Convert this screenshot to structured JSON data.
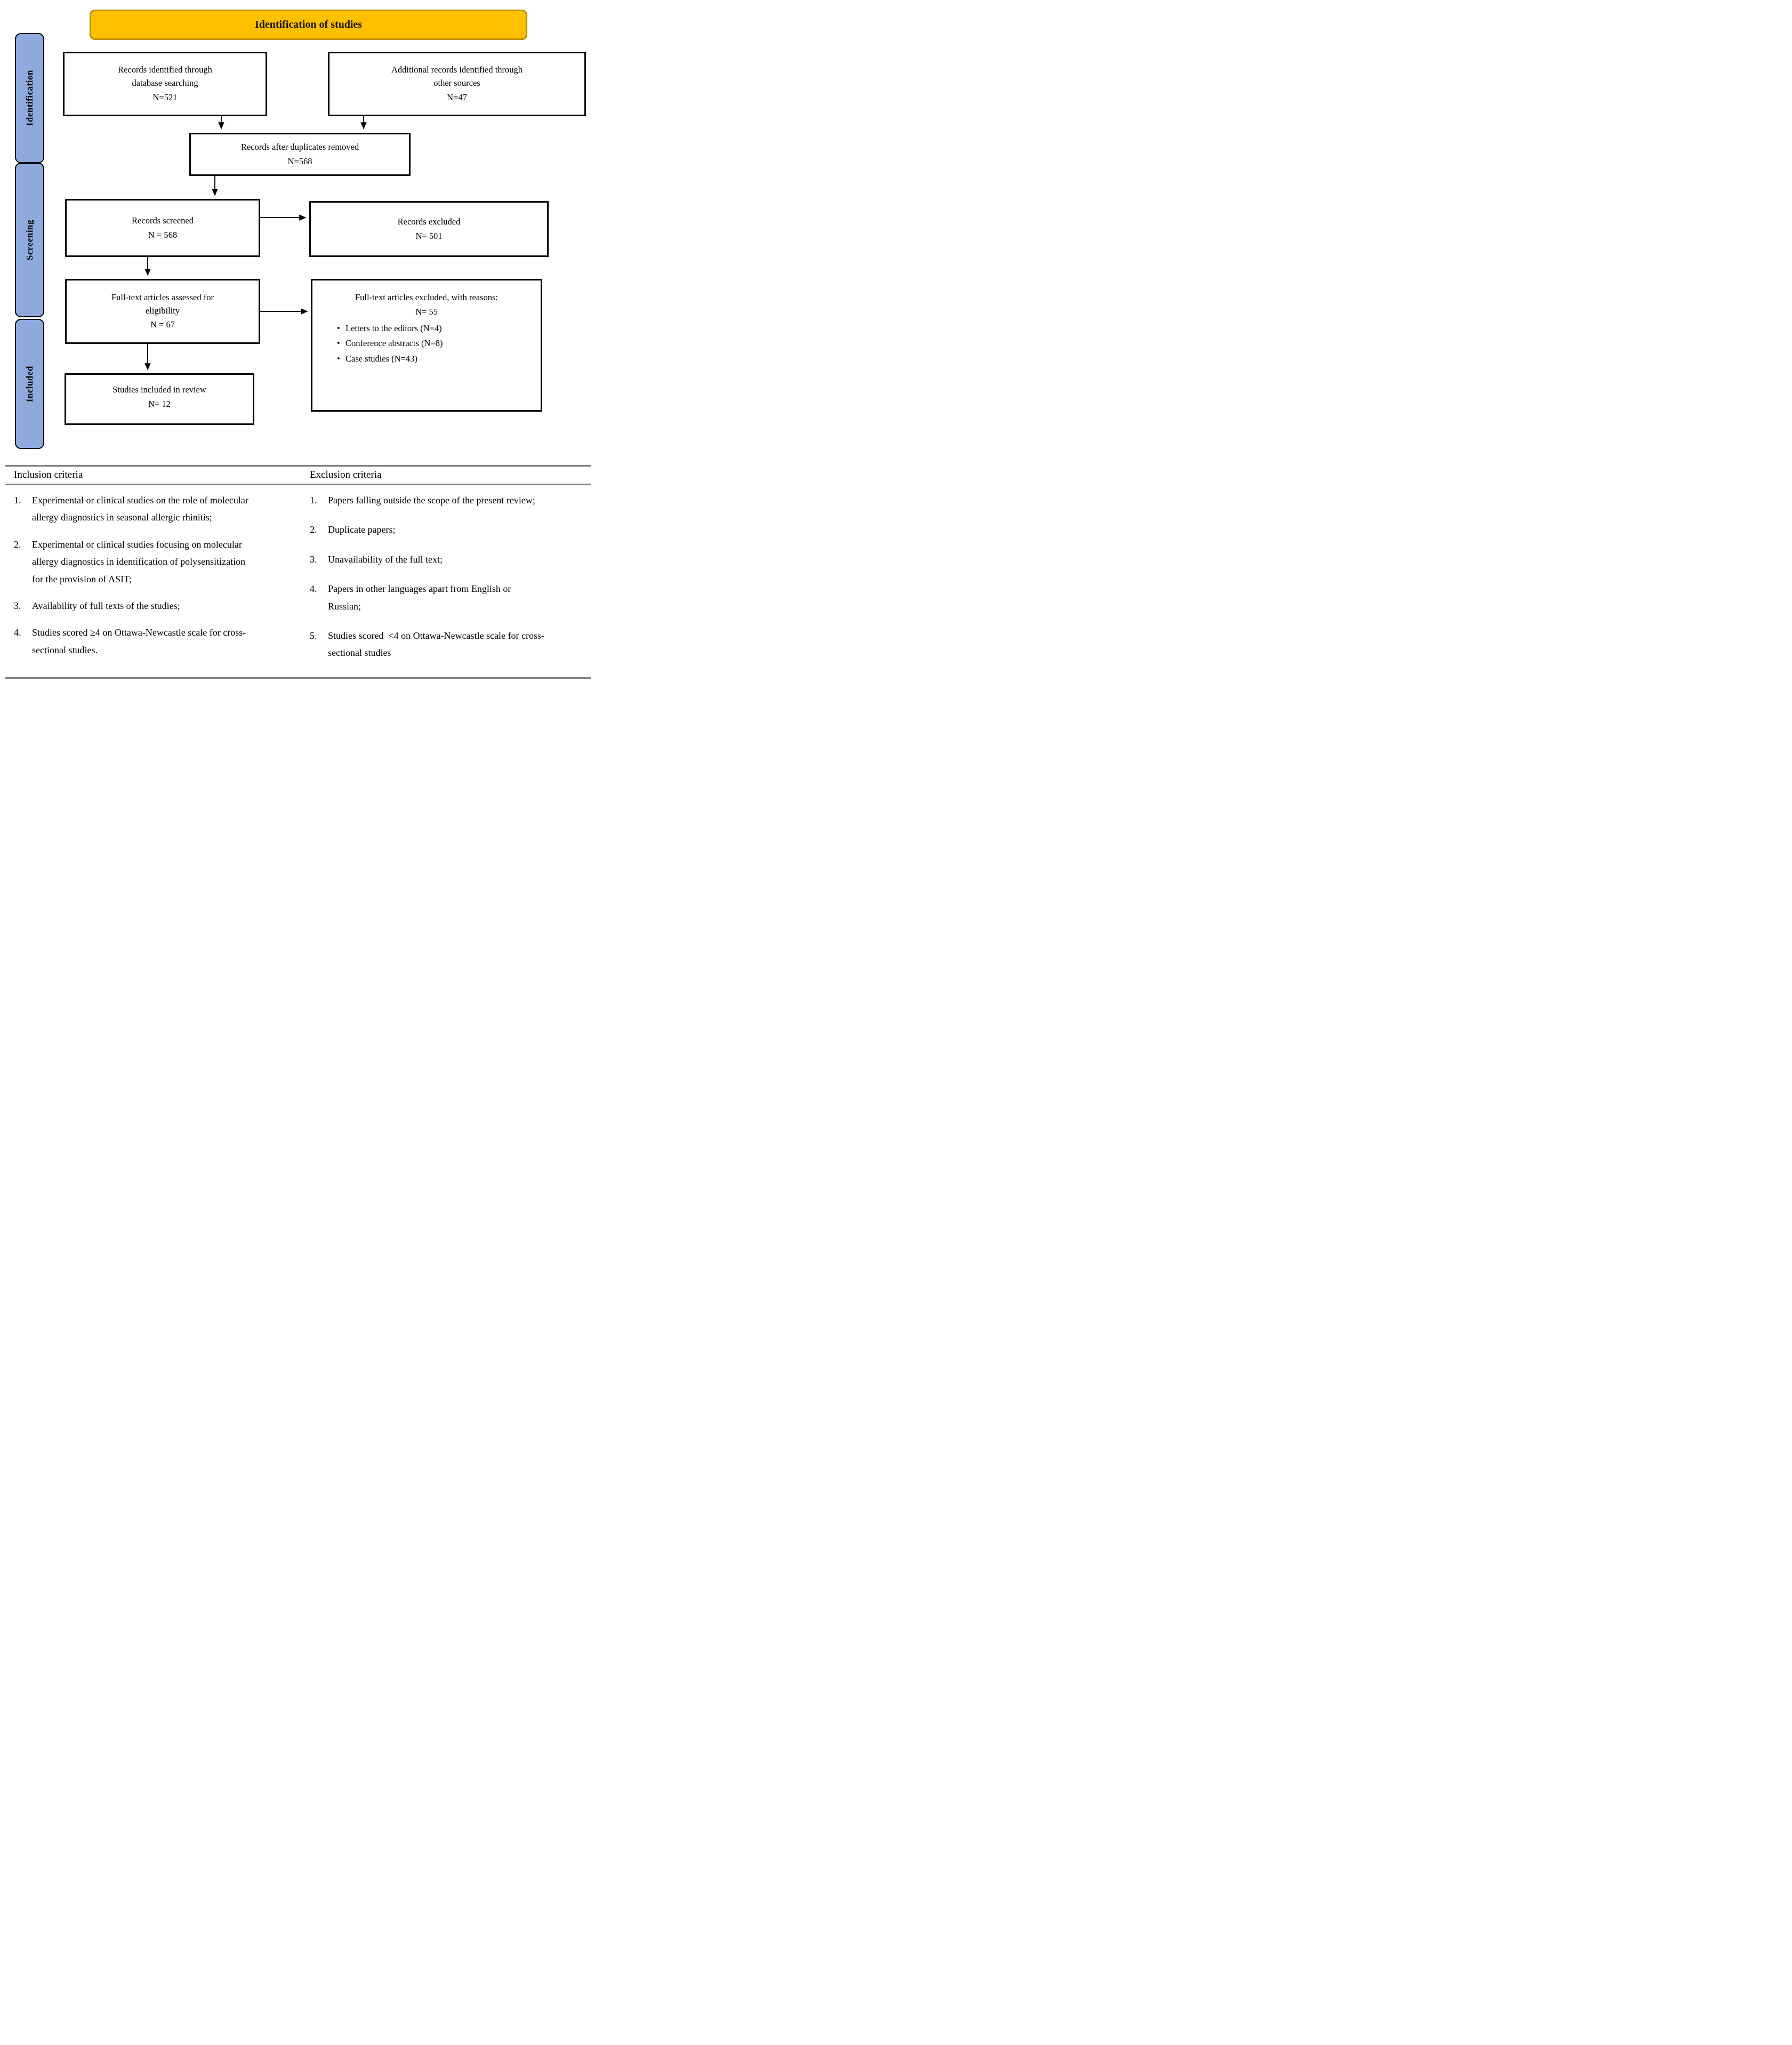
{
  "banner": {
    "title": "Identification of studies"
  },
  "sidebar": {
    "stages": [
      {
        "label": "Identification"
      },
      {
        "label": "Screening"
      },
      {
        "label": "Included"
      }
    ]
  },
  "flow": {
    "records_db": {
      "label": "Records identified through database searching",
      "count": "N=521"
    },
    "records_other": {
      "label": "Additional records identified through other sources",
      "count": "N=47"
    },
    "duplicates_removed": {
      "label": "Records after duplicates removed",
      "count": "N=568"
    },
    "records_screened": {
      "label": "Records screened",
      "count": "N = 568"
    },
    "records_excluded": {
      "label": "Records excluded",
      "count": "N= 501"
    },
    "fulltext_assessed": {
      "label": "Full-text articles assessed for eligibility",
      "count": "N = 67"
    },
    "fulltext_excluded": {
      "label": "Full-text articles excluded, with reasons:",
      "count": "N= 55",
      "reasons": [
        "Letters to the editors (N=4)",
        "Conference abstracts (N=8)",
        "Case studies (N=43)"
      ]
    },
    "studies_included": {
      "label": "Studies included in review",
      "count": "N= 12"
    }
  },
  "criteria_table": {
    "inclusion": {
      "header": "Inclusion criteria",
      "items": [
        {
          "num": "1.",
          "text": "Experimental or clinical studies on the role of molecular allergy diagnostics in seasonal allergic rhinitis;"
        },
        {
          "num": "2.",
          "text": "Experimental or clinical studies focusing on molecular allergy diagnostics in identification of polysensitization for the provision of ASIT;"
        },
        {
          "num": "3.",
          "text": "Availability of full texts of the studies;"
        },
        {
          "num": "4.",
          "text": "Studies scored ≥4 on Ottawa-Newcastle scale for cross-sectional studies."
        }
      ]
    },
    "exclusion": {
      "header": "Exclusion criteria",
      "items": [
        {
          "num": "1.",
          "text": "Papers falling outside the scope of the present review;"
        },
        {
          "num": "2.",
          "text": "Duplicate papers;"
        },
        {
          "num": "3.",
          "text": "Unavailability of the full text;"
        },
        {
          "num": "4.",
          "text": "Papers in other languages apart from English or Russian;"
        },
        {
          "num": "5.",
          "text": "Studies scored  <4 on Ottawa-Newcastle scale for cross-sectional studies"
        }
      ]
    }
  },
  "colors": {
    "banner_fill": "#FFC000",
    "banner_border": "#BF9000",
    "sidebar_fill": "#8EA9DB",
    "box_border": "#000000",
    "arrow": "#000000",
    "table_rule": "#7F7F7F"
  }
}
